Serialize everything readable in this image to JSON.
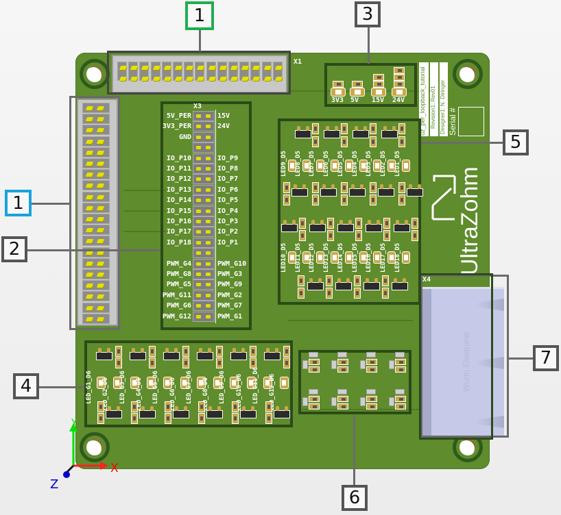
{
  "callouts": [
    {
      "id": "1",
      "label": "1",
      "target": "X1 horizontal header connector",
      "color": "#1fae4f"
    },
    {
      "id": "1b",
      "label": "1",
      "target": "vertical header connector",
      "color": "#19a3dc"
    },
    {
      "id": "2",
      "label": "2",
      "target": "X3 pin header",
      "color": "#555555"
    },
    {
      "id": "3",
      "label": "3",
      "target": "power indicator LEDs",
      "color": "#555555"
    },
    {
      "id": "4",
      "label": "4",
      "target": "PWM gate LEDs D6",
      "color": "#555555"
    },
    {
      "id": "5",
      "label": "5",
      "target": "IO LEDs D5",
      "color": "#555555"
    },
    {
      "id": "6",
      "label": "6",
      "target": "LED/resistor array",
      "color": "#555555"
    },
    {
      "id": "7",
      "label": "7",
      "target": "X4 Ethernet connector",
      "color": "#555555"
    }
  ],
  "designators": {
    "x1": "X1",
    "x3": "X3",
    "x4": "X4"
  },
  "x3_header": {
    "left": [
      "5V_PER",
      "3V3_PER",
      "GND",
      "",
      "IO_P10",
      "IO_P11",
      "IO_P12",
      "IO_P13",
      "IO_P14",
      "IO_P15",
      "IO_P16",
      "IO_P17",
      "IO_P18",
      "",
      "PWM_G4",
      "PWM_G8",
      "PWM_G5",
      "PWM_G11",
      "PWM_G6",
      "PWM_G12"
    ],
    "right": [
      "15V",
      "24V",
      "",
      "",
      "IO_P9",
      "IO_P8",
      "IO_P7",
      "IO_P6",
      "IO_P5",
      "IO_P4",
      "IO_P3",
      "IO_P2",
      "IO_P1",
      "",
      "PWM_G10",
      "PWM_G3",
      "PWM_G9",
      "PWM_G2",
      "PWM_G7",
      "PWM_G1"
    ]
  },
  "power_leds": [
    "3V3",
    "5V",
    "15V",
    "24V"
  ],
  "info_block": {
    "project": "uz_per_loopback_tutorial",
    "revision": "Revision1: Rev01",
    "designer": "Designer1: N. Diringer",
    "serial": "Serial #"
  },
  "logo": {
    "text": "UltraZohm"
  },
  "io_leds_top": [
    "LED9_D5",
    "LED8_D5",
    "LED7_D5",
    "LED6_D5",
    "LED5_D5",
    "LED4_D5",
    "LED3_D5",
    "LED2_D5",
    "LED1_D5"
  ],
  "io_leds_bottom": [
    "LED10_D5",
    "LED11_D5",
    "LED12_D5",
    "LED13_D5",
    "LED14_D5",
    "LED15_D5",
    "LED16_D5",
    "LED17_D5",
    "LED18_D5"
  ],
  "pwm_leds": [
    "LED_G1_D6",
    "LED_G2_D6",
    "LED_G3_D6",
    "LED_G4_D6",
    "LED_G5_D6",
    "LED_G6_D6",
    "LED_G7_D6",
    "LED_G8_D6",
    "LED_G9_D6",
    "LED_G10_D6",
    "LED_G11_D6",
    "LED_G12_D6"
  ],
  "ethernet_brand": "Würth Elektronik",
  "axes": {
    "x": "X",
    "y": "Y",
    "z": "Z",
    "x_color": "#ff0000",
    "y_color": "#00e000",
    "z_color": "#0000cc"
  }
}
